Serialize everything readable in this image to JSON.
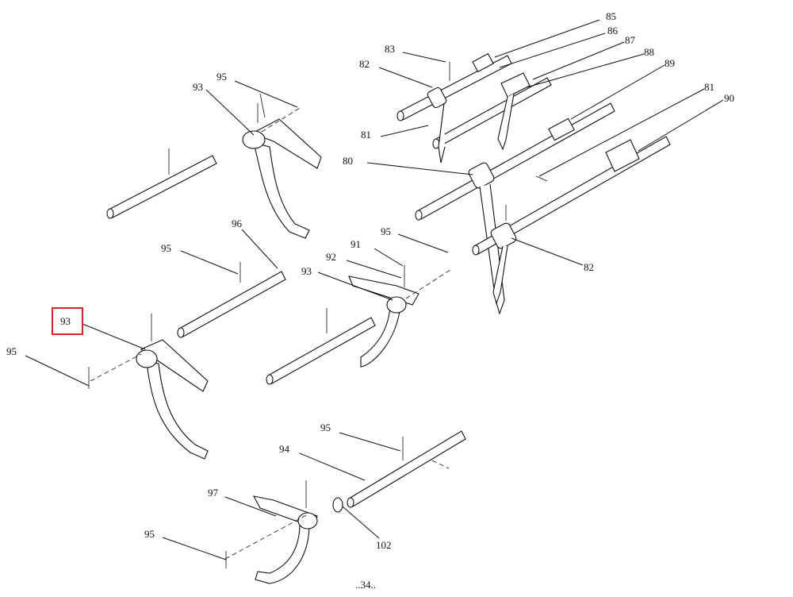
{
  "callouts": {
    "c85": "85",
    "c86": "86",
    "c87": "87",
    "c88": "88",
    "c89": "89",
    "c83": "83",
    "c82_top": "82",
    "c81_top": "81",
    "c81_right": "81",
    "c90": "90",
    "c80": "80",
    "c82_mid": "82",
    "c95_a": "95",
    "c93_a": "93",
    "c96": "96",
    "c95_b": "95",
    "c91": "91",
    "c92": "92",
    "c95_c": "95",
    "c93_b": "93",
    "c93_highlight": "93",
    "c95_d": "95",
    "c95_e": "95",
    "c94": "94",
    "c97": "97",
    "c95_f": "95",
    "c102": "102"
  },
  "page_number": "..34..",
  "highlight_color": "#d62728"
}
